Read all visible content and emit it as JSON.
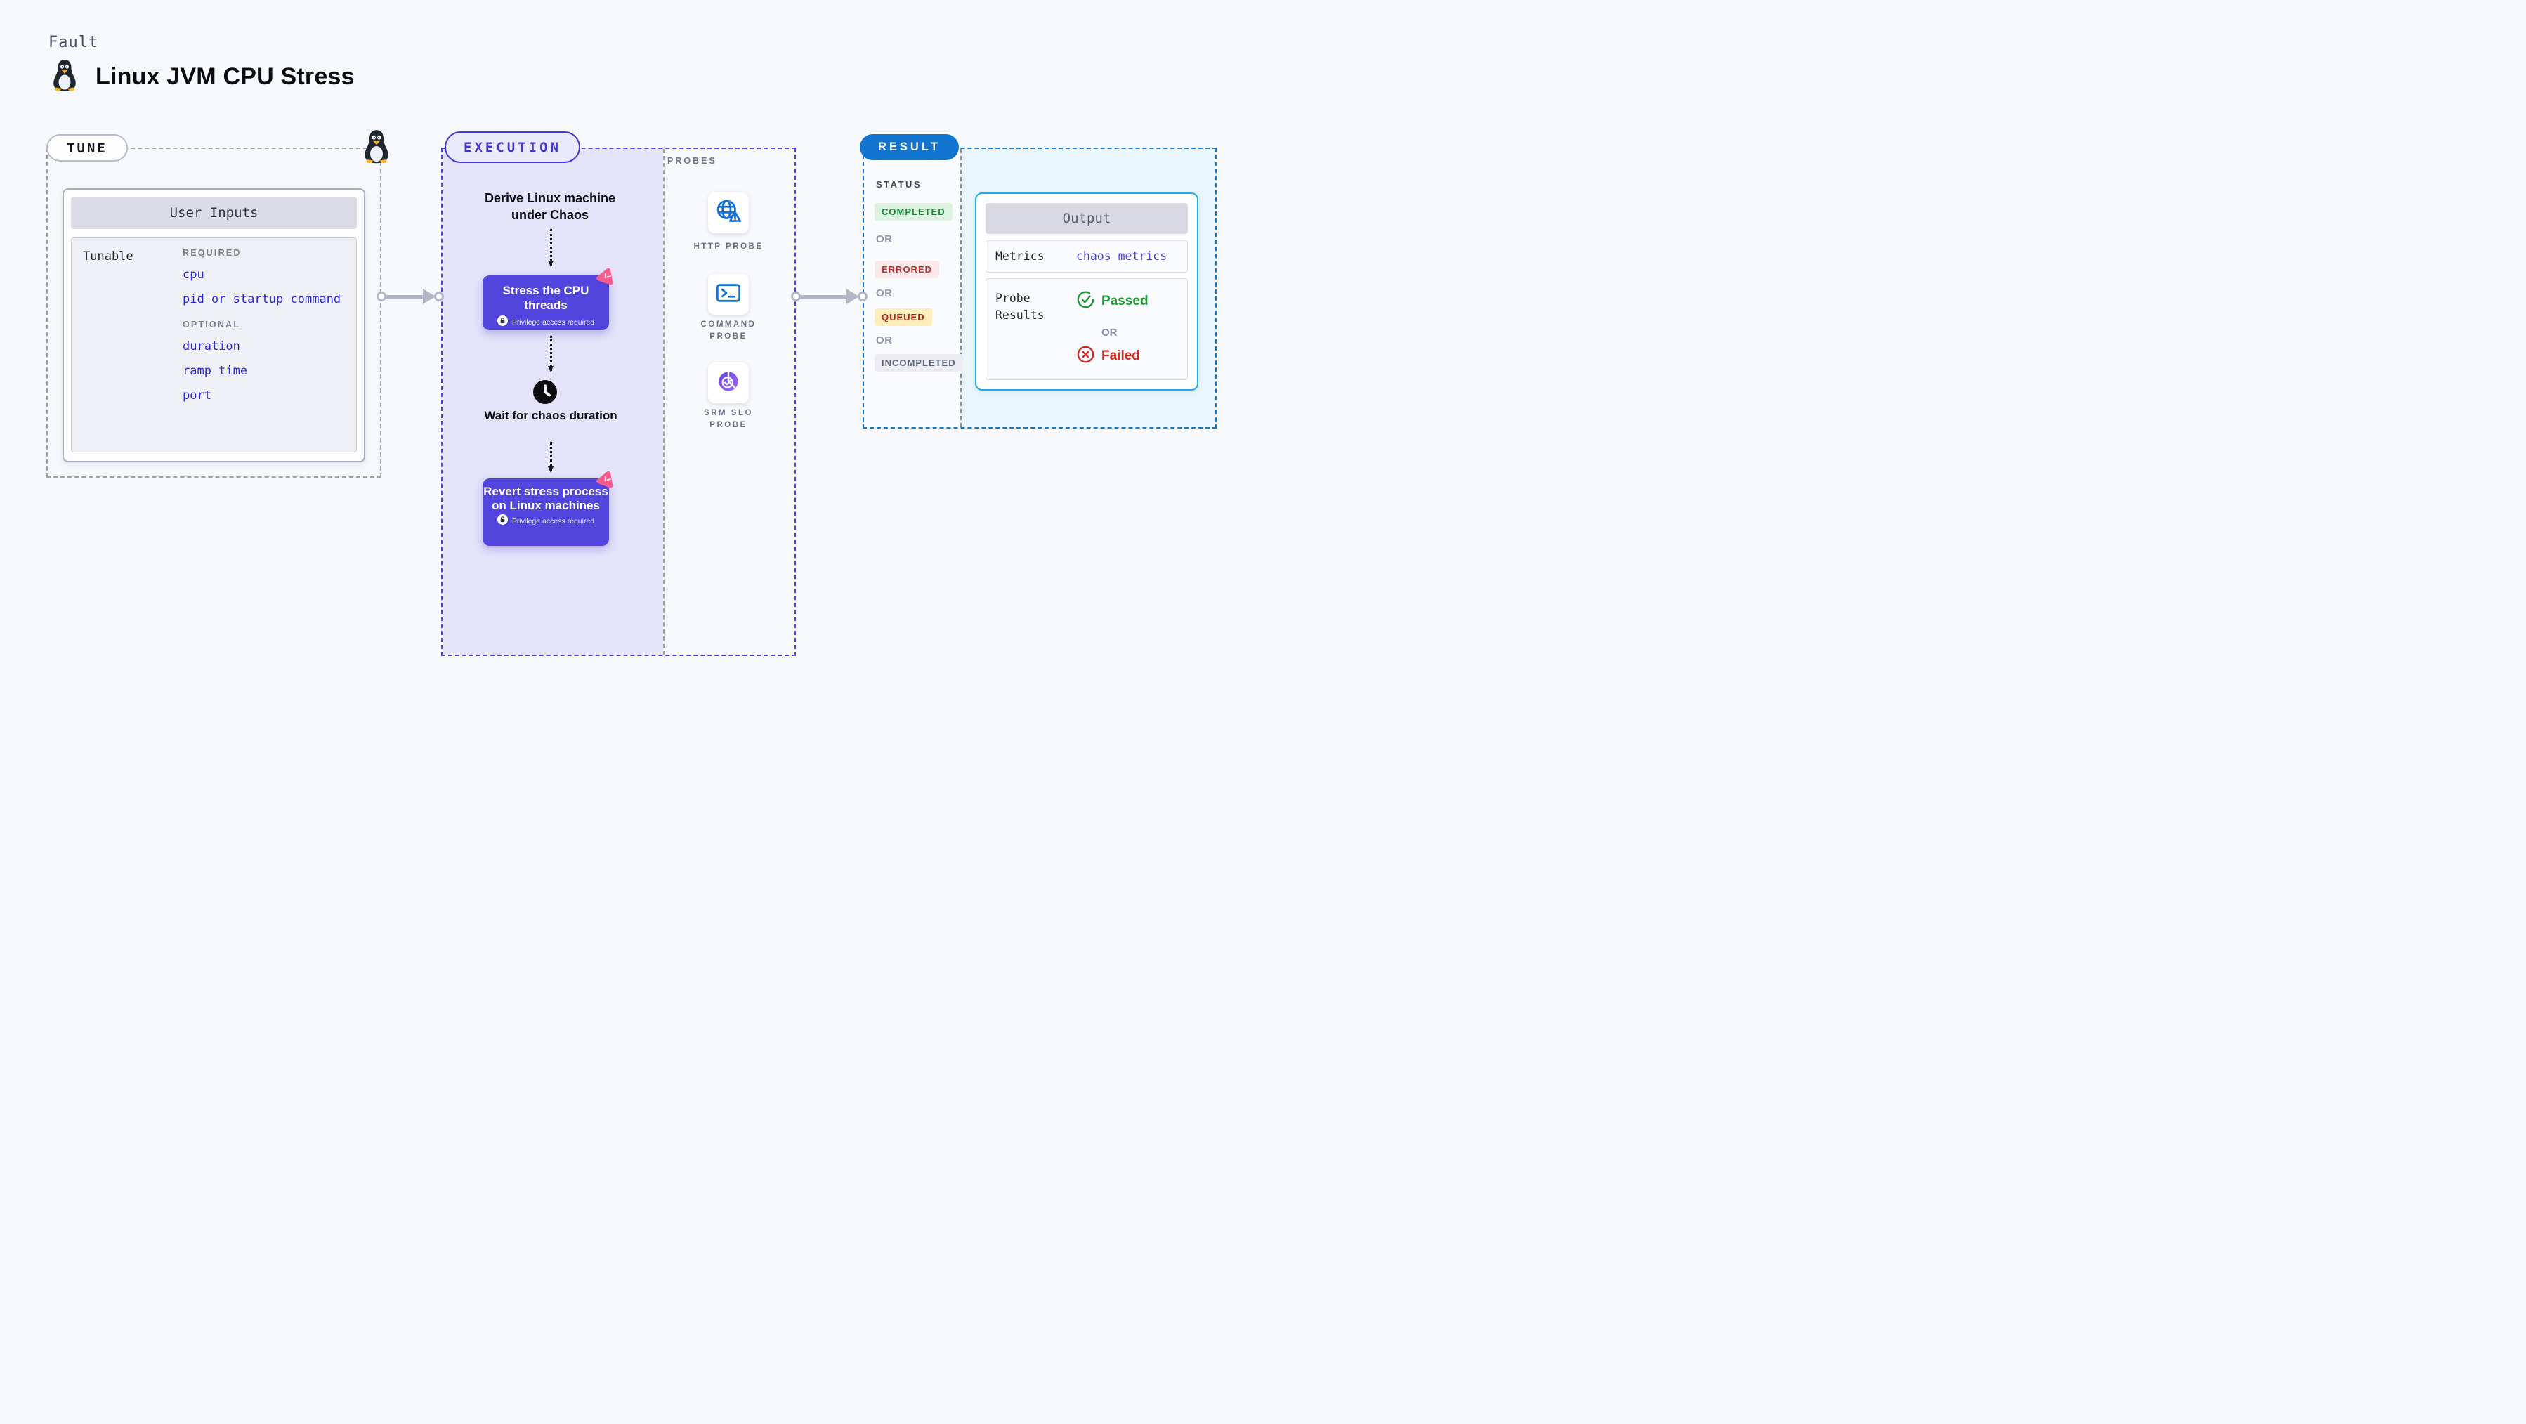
{
  "header": {
    "kicker": "Fault",
    "title": "Linux JVM CPU Stress",
    "title_icon": "tux-penguin-icon"
  },
  "tune": {
    "badge_label": "TUNE",
    "corner_icon": "tux-penguin-icon",
    "user_inputs": {
      "title": "User Inputs",
      "row_label": "Tunable",
      "groups": [
        {
          "label": "REQUIRED",
          "items": [
            "cpu",
            "pid or startup command"
          ]
        },
        {
          "label": "OPTIONAL",
          "items": [
            "duration",
            "ramp time",
            "port"
          ]
        }
      ]
    }
  },
  "execution": {
    "badge_label": "EXECUTION",
    "derive_step": "Derive Linux machine under Chaos",
    "stress_step": {
      "title": "Stress the CPU threads",
      "note": "Privilege access required",
      "lock_icon": "lock-icon",
      "corner_icon": "chaos-pinwheel-icon"
    },
    "wait_step": {
      "label": "Wait for chaos duration",
      "icon": "clock-icon"
    },
    "revert_step": {
      "title": "Revert stress process on Linux machines",
      "note": "Privilege access required",
      "lock_icon": "lock-icon",
      "corner_icon": "chaos-pinwheel-icon"
    }
  },
  "probes": {
    "section_label": "PROBES",
    "items": [
      {
        "label": "HTTP PROBE",
        "icon": "globe-alert-icon"
      },
      {
        "label": "COMMAND PROBE",
        "icon": "terminal-icon"
      },
      {
        "label": "SRM SLO PROBE",
        "icon": "slo-gauge-icon"
      }
    ]
  },
  "result": {
    "badge_label": "RESULT",
    "status_heading": "STATUS",
    "or_label": "OR",
    "statuses": [
      {
        "label": "COMPLETED",
        "fg": "#168a3a",
        "bg": "#dcf3df"
      },
      {
        "label": "ERRORED",
        "fg": "#c22f2f",
        "bg": "#fbe9e9"
      },
      {
        "label": "QUEUED",
        "fg": "#b91f10",
        "bg": "#fdeebc"
      },
      {
        "label": "INCOMPLETED",
        "fg": "#5e6477",
        "bg": "#ececf2"
      }
    ],
    "output": {
      "title": "Output",
      "metrics_label": "Metrics",
      "metrics_value": "chaos metrics",
      "probe_results_label": "Probe Results",
      "passed_label": "Passed",
      "passed_icon": "check-circle-icon",
      "failed_label": "Failed",
      "failed_icon": "x-circle-icon"
    }
  },
  "colors": {
    "page_bg": "#f7f8fc",
    "tune_dash_gray": "#9aa0ae",
    "execution_accent": "#4a44d8",
    "execution_fill": "#e4e3fa",
    "node_purple": "#5145dd",
    "chaos_pink": "#fb5a8d",
    "probe_icon_blue": "#1273d8",
    "srm_purple": "#7c4fe0",
    "result_badge_blue": "#1175cf",
    "result_dash_blue": "#1279d3",
    "output_border_cyan": "#1fade4",
    "output_panel_bg": "#e9f6fc",
    "param_link_blue": "#2b2bd6",
    "passed_green": "#1b9a33",
    "failed_red": "#d7281d"
  }
}
